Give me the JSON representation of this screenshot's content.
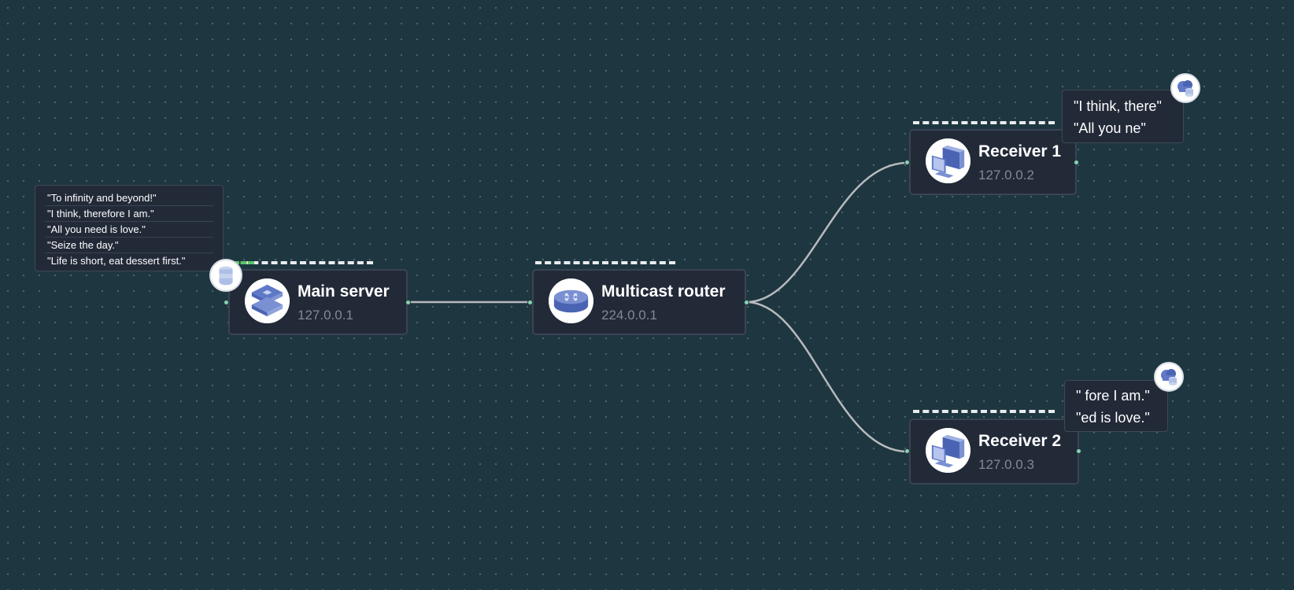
{
  "colors": {
    "background": "#1e3640",
    "node_fill": "#222a38",
    "edge": "#b7babd",
    "port": "#84d3b5",
    "progress": "#5cc46a",
    "dash": "#e9ecef",
    "ip_text": "#818896"
  },
  "nodes": {
    "main_server": {
      "title": "Main server",
      "ip": "127.0.0.1",
      "icon": "server-stack-icon"
    },
    "router": {
      "title": "Multicast router",
      "ip": "224.0.0.1",
      "icon": "router-icon"
    },
    "receiver1": {
      "title": "Receiver 1",
      "ip": "127.0.0.2",
      "icon": "desktop-computer-icon"
    },
    "receiver2": {
      "title": "Receiver 2",
      "ip": "127.0.0.3",
      "icon": "desktop-computer-icon"
    }
  },
  "main_server_queue": {
    "icon": "database-icon",
    "messages": [
      "\"To infinity and beyond!\"",
      "\"I think, therefore I am.\"",
      "\"All you need is love.\"",
      "\"Seize the day.\"",
      "\"Life is short, eat dessert first.\""
    ]
  },
  "receiver1_buffer": {
    "icon": "cloud-database-icon",
    "messages": [
      "\"I think, there\"",
      "\"All you ne\""
    ]
  },
  "receiver2_buffer": {
    "icon": "cloud-database-icon",
    "messages": [
      "\" fore I am.\"",
      "\"ed is love.\""
    ]
  },
  "transfer_progress": {
    "main_server": 0.15
  }
}
